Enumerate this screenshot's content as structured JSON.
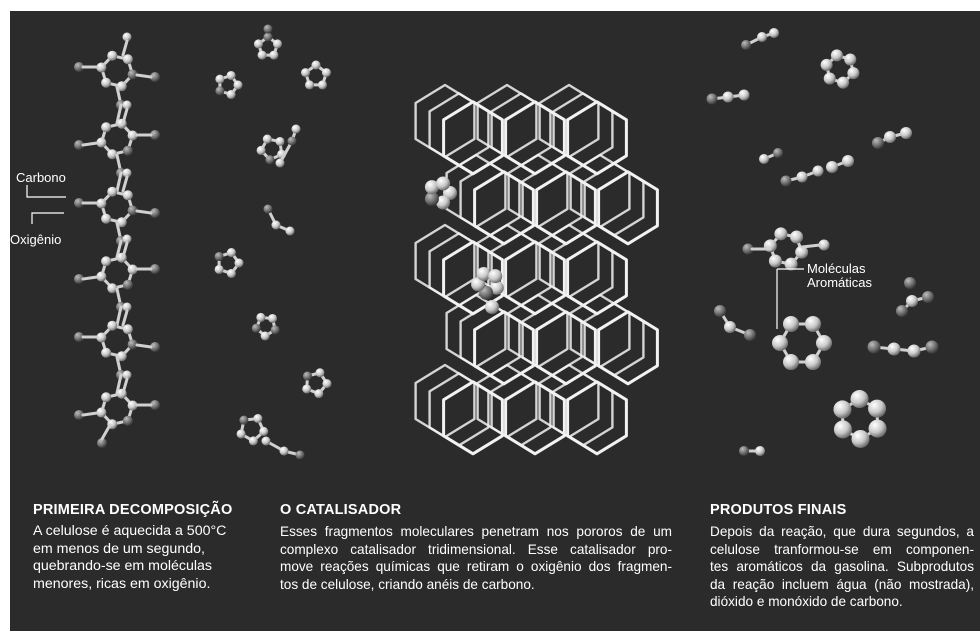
{
  "labels": {
    "carbon": "Carbono",
    "oxygen": "Oxigênio",
    "aromatic_line1": "Moléculas",
    "aromatic_line2": "Aromáticas"
  },
  "sections": {
    "first": {
      "title": "PRIMEIRA DECOMPOSIÇÃO",
      "lines": [
        "A celulose é aquecida a 500°C",
        "em menos de um segundo,",
        "quebrando-se em moléculas",
        "menores, ricas em oxigênio."
      ]
    },
    "catalyst": {
      "title": "O CATALISADOR",
      "lines": [
        "Esses fragmentos moleculares penetram nos pororos de um",
        "complexo catalisador tridimensional. Esse catalisador pro-",
        "move reações químicas que retiram o oxigênio dos fragmen-",
        "tos de celulose, criando anéis de carbono."
      ]
    },
    "products": {
      "title": "PRODUTOS FINAIS",
      "lines": [
        "Depois da reação, que dura segundos, a",
        "celulose tranformou-se em componen-",
        "tes aromáticos da gasolina. Subprodutos",
        "da reação incluem água (não mostrada),",
        "dióxido e monóxido de carbono."
      ]
    }
  },
  "colors": {
    "background": "#2b2b2b",
    "carbon_atom": "#d9d9d9",
    "oxygen_atom": "#7a7a7a",
    "framework": "#f2f2f2",
    "text": "#ffffff"
  }
}
